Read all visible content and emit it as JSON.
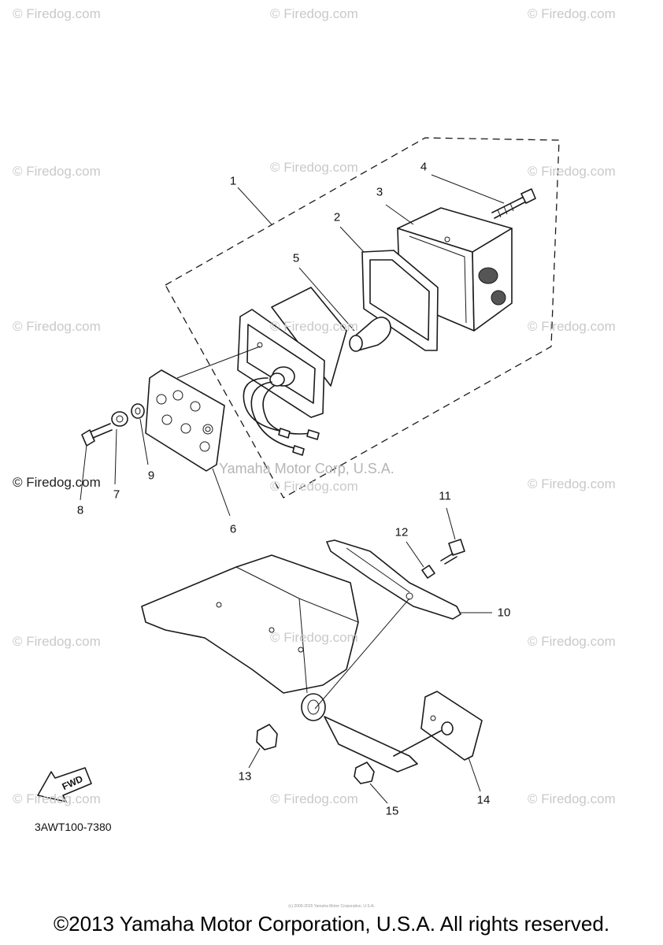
{
  "watermark": "© Firedog.com",
  "manufacturer_watermark": "Yamaha Motor Corp, U.S.A.",
  "part_labels": [
    "1",
    "2",
    "3",
    "4",
    "5",
    "6",
    "7",
    "8",
    "9",
    "10",
    "11",
    "12",
    "13",
    "14",
    "15"
  ],
  "fwd_label": "FWD",
  "diagram_code": "3AWT100-7380",
  "tiny_notice": "(c) 2000-2015 Yamaha Motor Corporation, U.S.A.",
  "copyright": "©2013 Yamaha Motor Corporation, U.S.A. All rights reserved."
}
